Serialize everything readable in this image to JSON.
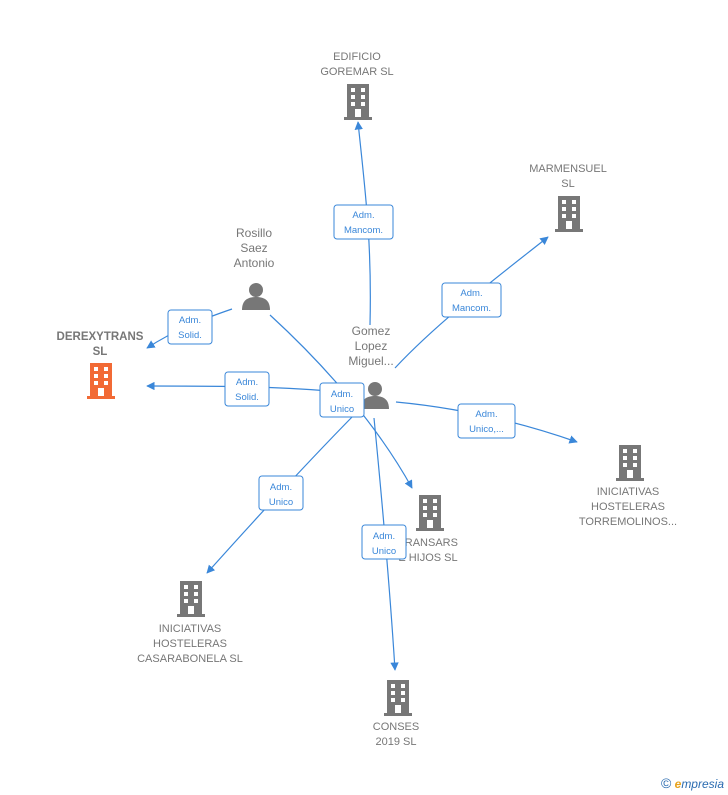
{
  "colors": {
    "edge": "#3a87d9",
    "company_gray": "#777777",
    "company_highlight": "#f26a35",
    "person": "#777777"
  },
  "nodes": [
    {
      "id": "edificio",
      "type": "company",
      "lines": [
        "EDIFICIO",
        "GOREMAR  SL"
      ]
    },
    {
      "id": "marmensuel",
      "type": "company",
      "lines": [
        "MARMENSUEL",
        "SL"
      ]
    },
    {
      "id": "rosillo",
      "type": "person",
      "lines": [
        "Rosillo",
        "Saez",
        "Antonio"
      ]
    },
    {
      "id": "derexytrans",
      "type": "company",
      "highlight": true,
      "lines": [
        "DEREXYTRANS",
        "SL"
      ]
    },
    {
      "id": "gomez",
      "type": "person",
      "lines": [
        "Gomez",
        "Lopez",
        "Miguel..."
      ]
    },
    {
      "id": "torremolinos",
      "type": "company",
      "lines": [
        "INICIATIVAS",
        "HOSTELERAS",
        "TORREMOLINOS..."
      ]
    },
    {
      "id": "transars",
      "type": "company",
      "lines": [
        "TRANSARS",
        "E HIJOS  SL"
      ]
    },
    {
      "id": "casarabonela",
      "type": "company",
      "lines": [
        "INICIATIVAS",
        "HOSTELERAS",
        "CASARABONELA SL"
      ]
    },
    {
      "id": "conses",
      "type": "company",
      "lines": [
        "CONSES",
        "2019  SL"
      ]
    }
  ],
  "edges": [
    {
      "id": "gomez-edificio",
      "lines": [
        "Adm.",
        "Mancom."
      ]
    },
    {
      "id": "gomez-marmensuel",
      "lines": [
        "Adm.",
        "Mancom."
      ]
    },
    {
      "id": "rosillo-derexytrans",
      "lines": [
        "Adm.",
        "Solid."
      ]
    },
    {
      "id": "gomez-derexytrans",
      "lines": [
        "Adm.",
        "Solid."
      ]
    },
    {
      "id": "gomez-casarabonela-unico",
      "lines": [
        "Adm.",
        "Unico"
      ]
    },
    {
      "id": "gomez-torremolinos",
      "lines": [
        "Adm.",
        "Unico,..."
      ]
    },
    {
      "id": "gomez-casarabonela",
      "lines": [
        "Adm.",
        "Unico"
      ]
    },
    {
      "id": "gomez-conses",
      "lines": [
        "Adm.",
        "Unico"
      ]
    }
  ],
  "copyright": {
    "symbol": "©",
    "brand_initial": "e",
    "brand_rest": "mpresia"
  }
}
